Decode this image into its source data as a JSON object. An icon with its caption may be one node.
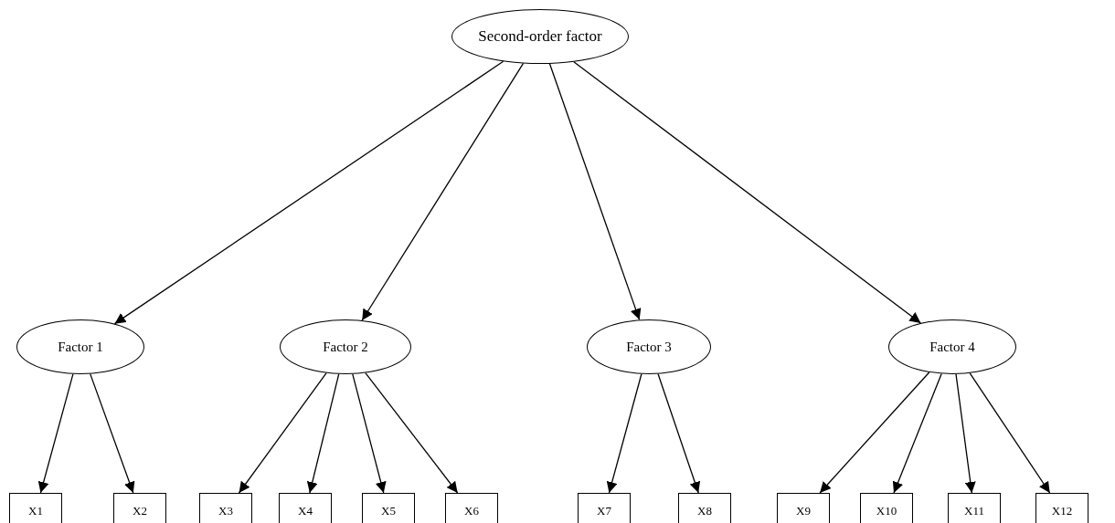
{
  "diagram": {
    "nodes": [
      {
        "text": [
          "Second-order factor"
        ]
      },
      {
        "text": [
          "Factor 1"
        ]
      },
      {
        "text": [
          "Factor 2"
        ]
      },
      {
        "text": [
          "Factor 3"
        ]
      },
      {
        "text": [
          "Factor 4"
        ]
      },
      {
        "text": [
          "X1"
        ]
      },
      {
        "text": [
          "X2"
        ]
      },
      {
        "text": [
          "X3"
        ]
      },
      {
        "text": [
          "X4"
        ]
      },
      {
        "text": [
          "X5"
        ]
      },
      {
        "text": [
          "X6"
        ]
      },
      {
        "text": [
          "X7"
        ]
      },
      {
        "text": [
          "X8"
        ]
      },
      {
        "text": [
          "X9"
        ]
      },
      {
        "text": [
          "X10"
        ]
      },
      {
        "text": [
          "X11"
        ]
      },
      {
        "text": [
          "X12"
        ]
      }
    ],
    "edges": [
      {
        "from": 0,
        "to": 1,
        "arrow": "to"
      },
      {
        "from": 0,
        "to": 2,
        "arrow": "to"
      },
      {
        "from": 0,
        "to": 3,
        "arrow": "to"
      },
      {
        "from": 0,
        "to": 4,
        "arrow": "to"
      },
      {
        "from": 1,
        "to": 5,
        "arrow": "to"
      },
      {
        "from": 1,
        "to": 6,
        "arrow": "to"
      },
      {
        "from": 2,
        "to": 7,
        "arrow": "to"
      },
      {
        "from": 2,
        "to": 8,
        "arrow": "to"
      },
      {
        "from": 2,
        "to": 9,
        "arrow": "to"
      },
      {
        "from": 2,
        "to": 10,
        "arrow": "to"
      },
      {
        "from": 3,
        "to": 11,
        "arrow": "to"
      },
      {
        "from": 3,
        "to": 12,
        "arrow": "to"
      },
      {
        "from": 4,
        "to": 13,
        "arrow": "to"
      },
      {
        "from": 4,
        "to": 14,
        "arrow": "to"
      },
      {
        "from": 4,
        "to": 15,
        "arrow": "to"
      },
      {
        "from": 4,
        "to": 16,
        "arrow": "to"
      }
    ]
  }
}
